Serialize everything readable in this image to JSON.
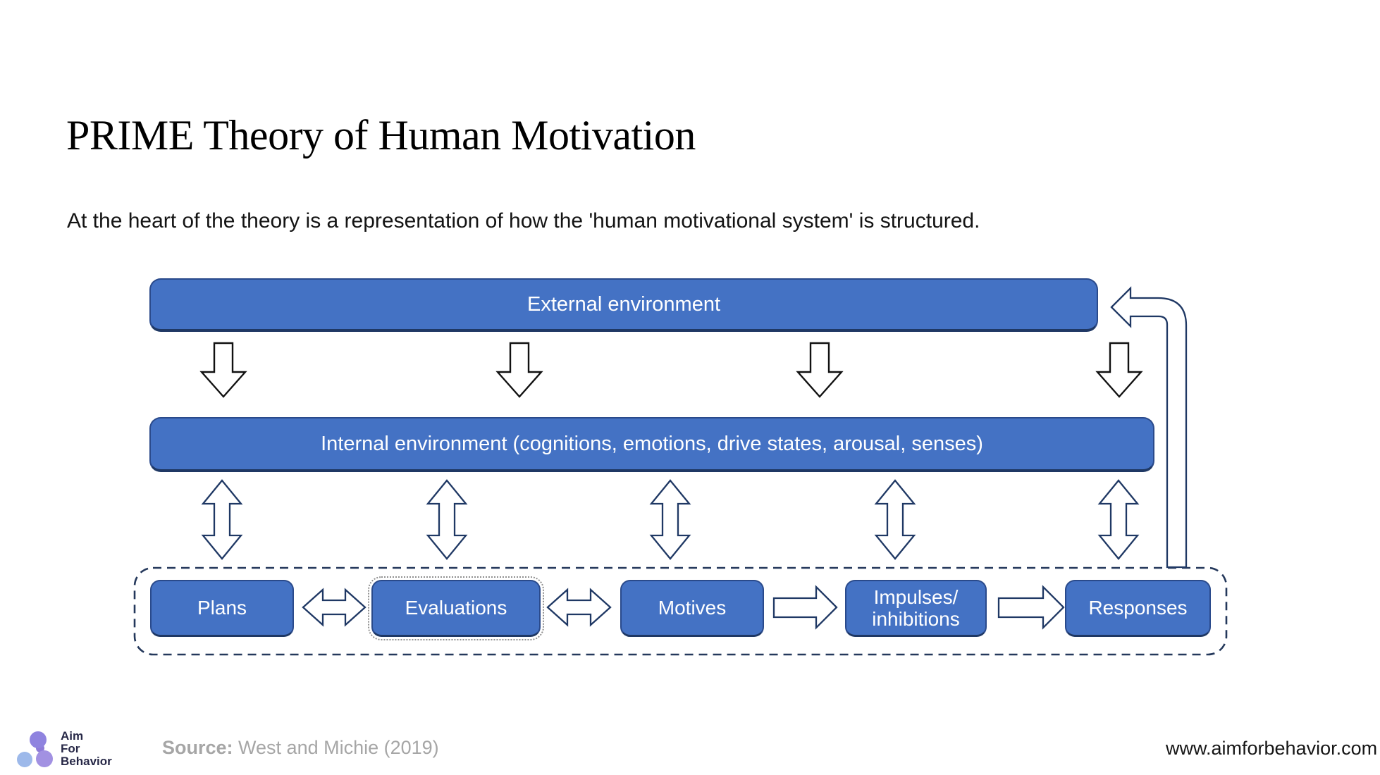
{
  "slide": {
    "title": "PRIME Theory of Human Motivation",
    "subtitle": "At the heart of the theory is a representation of how the 'human motivational system' is structured."
  },
  "diagram": {
    "external_label": "External environment",
    "internal_label": "Internal environment (cognitions, emotions, drive states, arousal, senses)",
    "boxes": [
      {
        "label": "Plans",
        "selected": false
      },
      {
        "label": "Evaluations",
        "selected": true
      },
      {
        "label": "Motives",
        "selected": false
      },
      {
        "label": "Impulses/\ninhibitions",
        "selected": false
      },
      {
        "label": "Responses",
        "selected": false
      }
    ],
    "arrows": {
      "down_arrows_count": 4,
      "vertical_double_arrows_count": 5,
      "horizontal_double_arrows": [
        "Plans-Evaluations",
        "Evaluations-Motives"
      ],
      "horizontal_single_arrows": [
        "Motives-Impulses/inhibitions",
        "Impulses/inhibitions-Responses"
      ],
      "feedback_arrow": "Responses-External environment"
    },
    "colors": {
      "box_fill": "#4472C4",
      "box_border": "#2F528F",
      "navy_outline": "#1F3864",
      "black_outline": "#111111",
      "dashed_border": "#24385B"
    }
  },
  "footer": {
    "logo": [
      "Aim",
      "For",
      "Behavior"
    ],
    "logo_colors": {
      "top": "#8F83DF",
      "bottom_left": "#9DB9EA",
      "bottom_right": "#A291E2",
      "connector": "#8E7BD8"
    },
    "source_label": "Source:",
    "source_rest": " West and Michie (2019)",
    "website": "www.aimforbehavior.com"
  }
}
